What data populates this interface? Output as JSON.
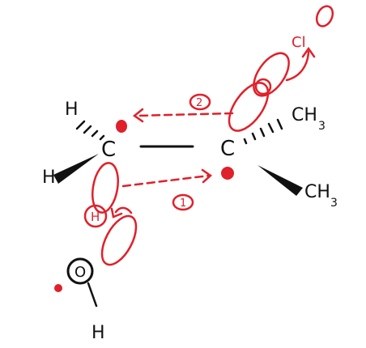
{
  "colors": {
    "ink": "#111111",
    "red": "#e0202a",
    "background": "#ffffff"
  },
  "labels": {
    "h_top_left": "H",
    "c_left": "C",
    "h_left": "H",
    "c_right": "C",
    "ch3_top": "CH",
    "ch3_top_sub": "3",
    "ch3_bottom": "CH",
    "ch3_bottom_sub": "3",
    "cl": "Cl",
    "h_transfer": "H",
    "oxygen": "O",
    "h_water": "H",
    "step_1": "1",
    "step_2": "2"
  }
}
